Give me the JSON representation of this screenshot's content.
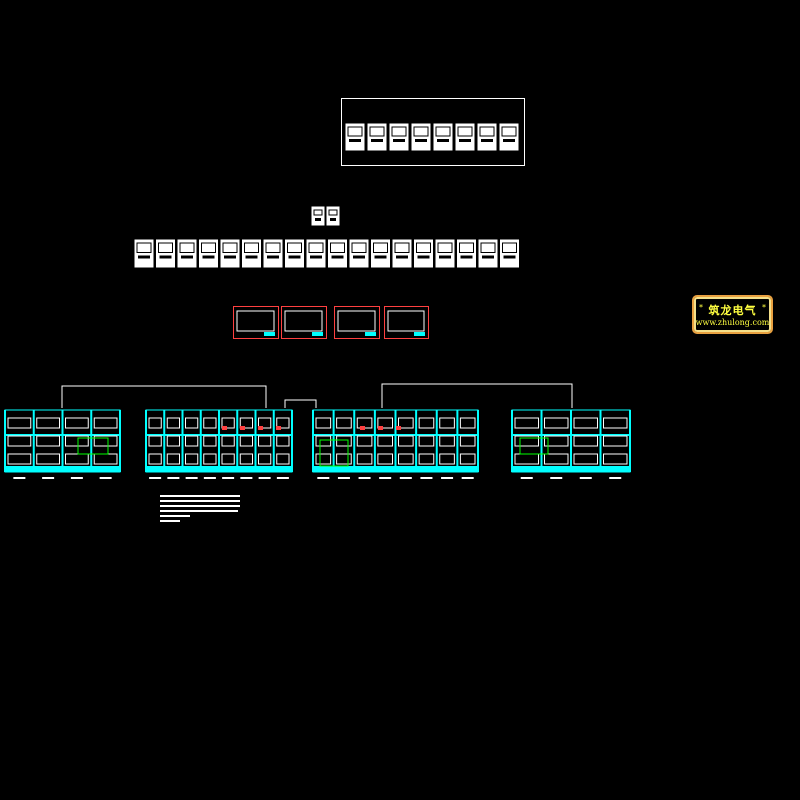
{
  "drawing": {
    "background": "#000000",
    "colors": {
      "panel": "#00ffff",
      "frame": "#ffffff",
      "highlight": "#ff4040",
      "green": "#00ff00",
      "logo": "#ffff40"
    },
    "top_sheet_thumbnails": 8,
    "index_thumbnails": 18,
    "layout_sheets": 4,
    "panel_groups": [
      {
        "name": "group-1",
        "cells": 4
      },
      {
        "name": "group-2",
        "cells": 8
      },
      {
        "name": "group-3",
        "cells": 8
      },
      {
        "name": "group-4",
        "cells": 4
      }
    ]
  },
  "logo": {
    "title": "筑龙电气",
    "url": "www.zhulong.com",
    "star": "*"
  }
}
